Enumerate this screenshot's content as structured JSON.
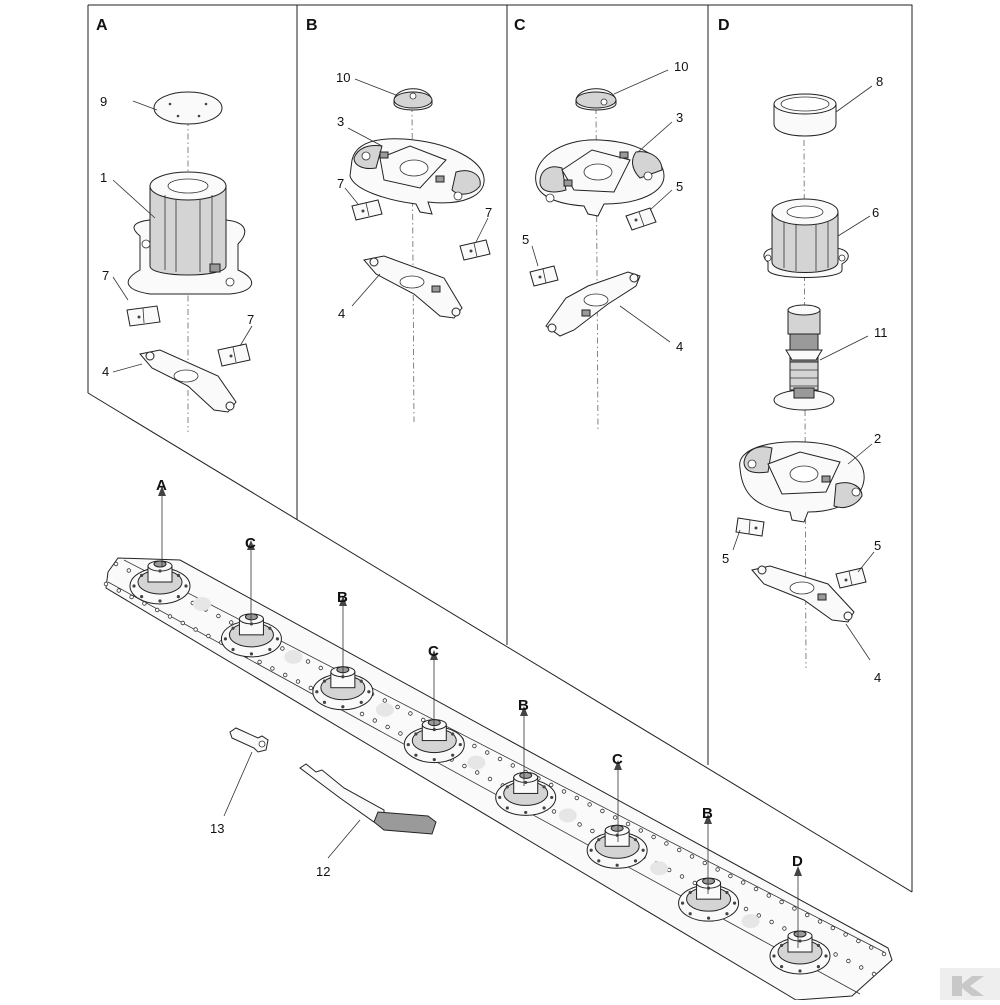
{
  "diagram": {
    "sections": [
      "A",
      "B",
      "C",
      "D"
    ],
    "callouts": {
      "A": [
        "9",
        "1",
        "7",
        "7",
        "4"
      ],
      "B": [
        "10",
        "3",
        "7",
        "7",
        "4"
      ],
      "C": [
        "10",
        "3",
        "5",
        "5",
        "4"
      ],
      "D": [
        "8",
        "6",
        "11",
        "2",
        "5",
        "5",
        "4"
      ]
    },
    "cutterbar_positions": [
      "A",
      "C",
      "B",
      "C",
      "B",
      "C",
      "B",
      "D"
    ],
    "loose_parts": [
      "13",
      "12"
    ]
  }
}
